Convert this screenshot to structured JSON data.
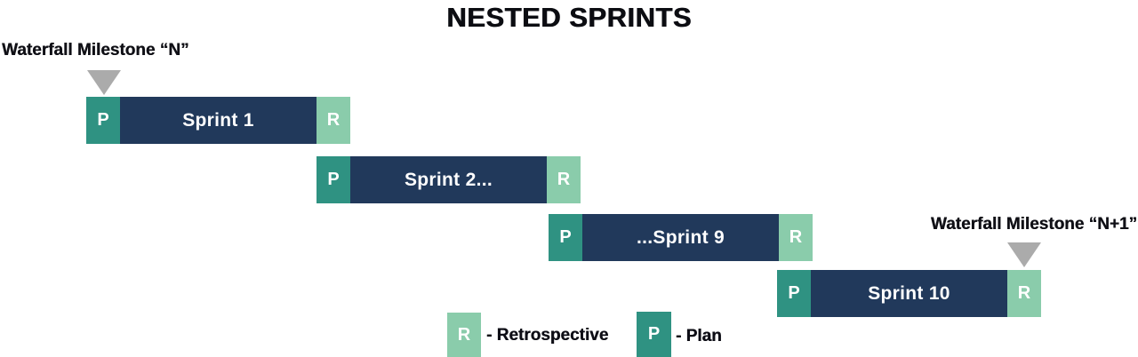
{
  "title": "NESTED SPRINTS",
  "milestones": [
    {
      "label": "Waterfall Milestone “N”"
    },
    {
      "label": "Waterfall Milestone “N+1”"
    }
  ],
  "sprints": [
    {
      "plan_label": "P",
      "name": "Sprint 1",
      "retro_label": "R"
    },
    {
      "plan_label": "P",
      "name": "Sprint 2...",
      "retro_label": "R"
    },
    {
      "plan_label": "P",
      "name": "...Sprint 9",
      "retro_label": "R"
    },
    {
      "plan_label": "P",
      "name": "Sprint 10",
      "retro_label": "R"
    }
  ],
  "legend": [
    {
      "symbol": "R",
      "label": "- Retrospective"
    },
    {
      "symbol": "P",
      "label": "- Plan"
    }
  ],
  "colors": {
    "plan_teal": "#2f9282",
    "sprint_navy": "#21395b",
    "retro_green": "#8accab",
    "milestone_gray": "#ababab",
    "text_dark": "#0c0d12",
    "text_white": "#ffffff"
  }
}
